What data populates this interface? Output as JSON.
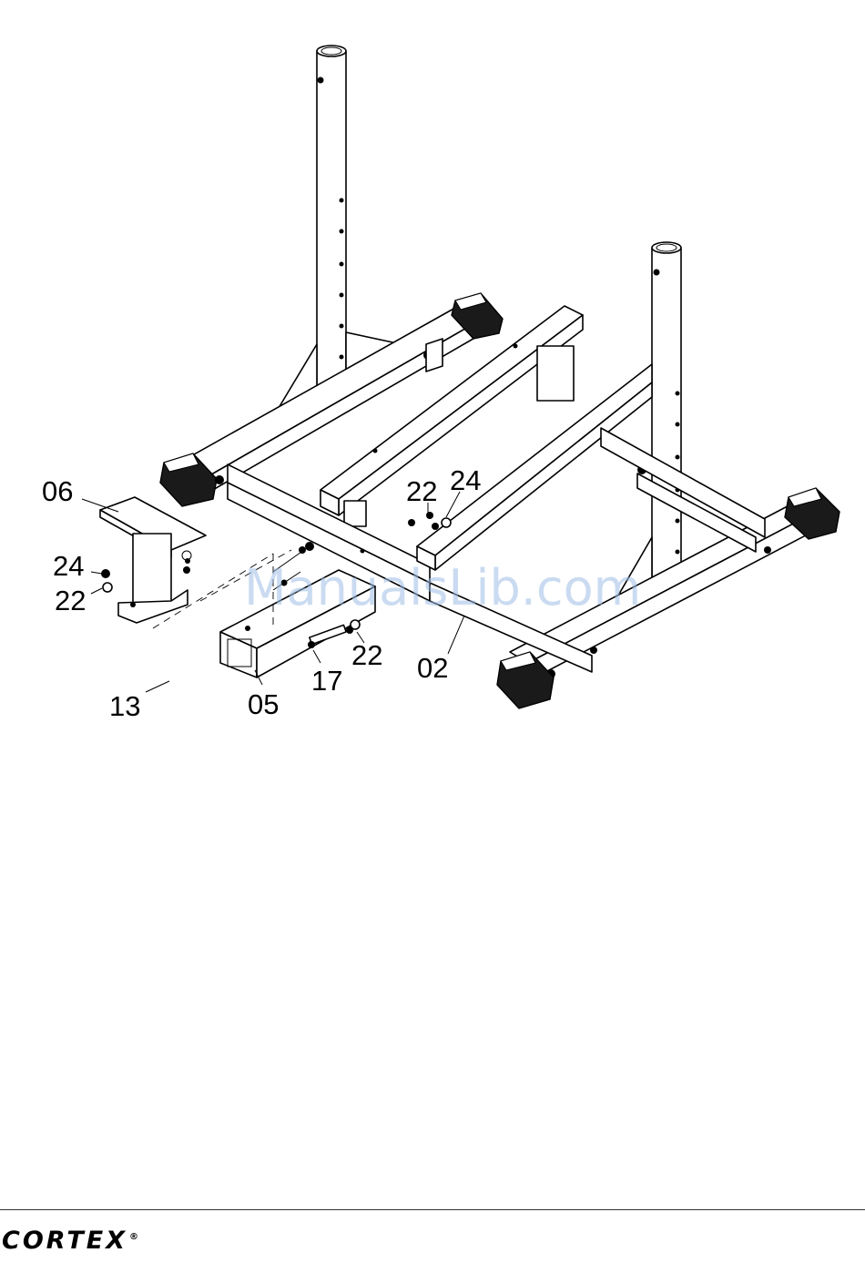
{
  "labels": {
    "l06": "06",
    "l24_left": "24",
    "l22_left": "22",
    "l22_top": "22",
    "l24_top": "24",
    "l22_right": "22",
    "l17": "17",
    "l02": "02",
    "l13": "13",
    "l05": "05"
  },
  "watermark": "ManualsLib.com",
  "brand": {
    "name": "CORTEX",
    "mark": "®"
  },
  "colors": {
    "line": "#000000",
    "watermark": "#9fbfe6"
  }
}
